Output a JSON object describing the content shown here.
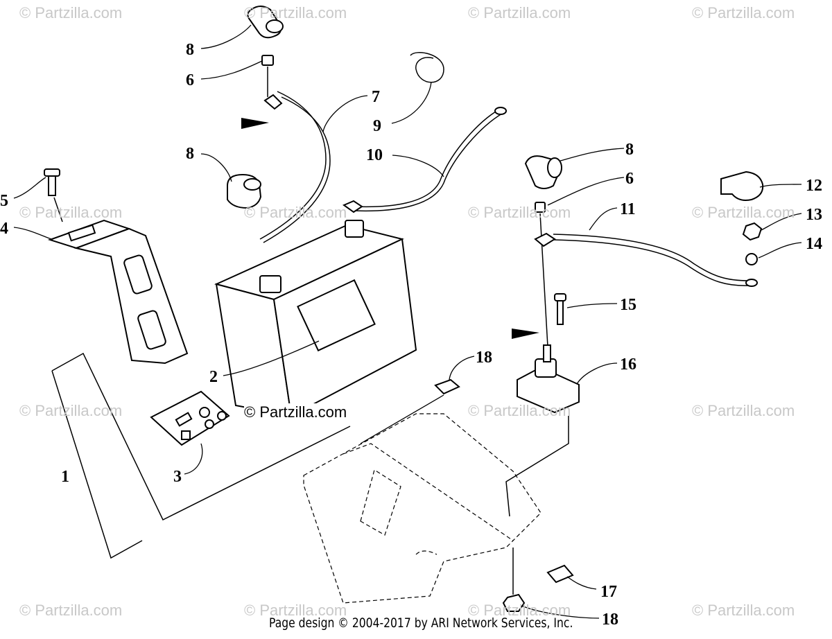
{
  "watermark_text": "© Partzilla.com",
  "center_watermark": "© Partzilla.com",
  "footer": "Page design © 2004-2017 by ARI Network Services, Inc.",
  "callouts": {
    "c8a": "8",
    "c6a": "6",
    "c7": "7",
    "c9": "9",
    "c8b": "8",
    "c10": "10",
    "c5": "5",
    "c4": "4",
    "c8c": "8",
    "c6b": "6",
    "c12": "12",
    "c11": "11",
    "c13": "13",
    "c14": "14",
    "c15": "15",
    "c16": "16",
    "c18a": "18",
    "c2": "2",
    "c3": "3",
    "c1": "1",
    "c17": "17",
    "c18b": "18"
  }
}
